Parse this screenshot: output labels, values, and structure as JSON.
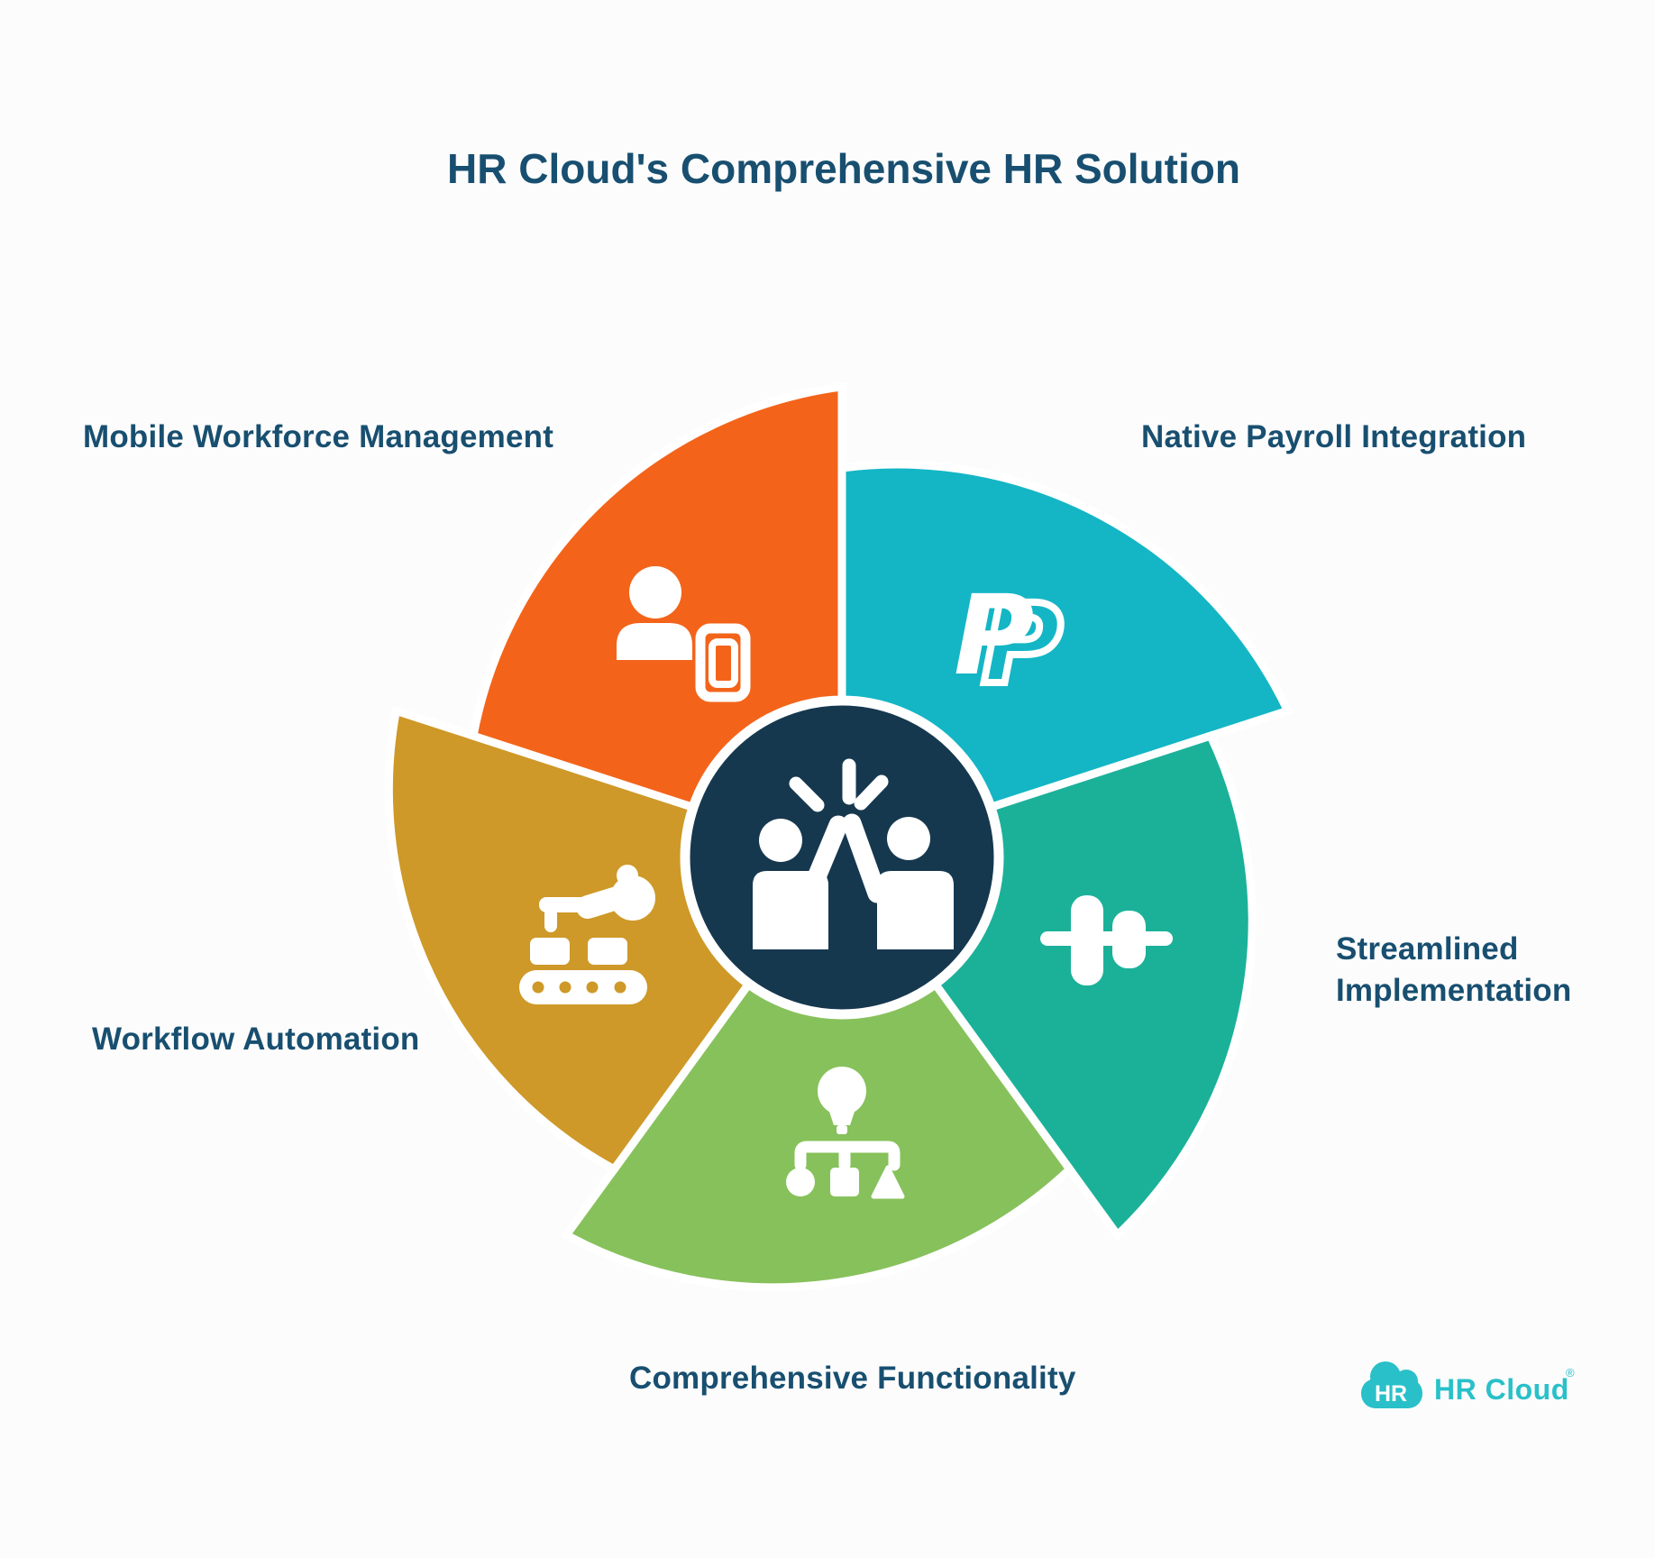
{
  "title": "HR Cloud's Comprehensive HR Solution",
  "colors": {
    "background": "#FCFCFC",
    "heading_text": "#184F70",
    "center_circle": "#16384F",
    "logo_teal": "#29C0C9",
    "icon_white": "#FFFFFF"
  },
  "diagram": {
    "center_icon": "high-five-icon",
    "segments": [
      {
        "id": "mobile-workforce-management",
        "label": "Mobile Workforce Management",
        "color": "#F3641A",
        "icon": "person-with-phone-icon",
        "position": "top-left"
      },
      {
        "id": "native-payroll-integration",
        "label": "Native Payroll Integration",
        "color": "#14B6C5",
        "icon": "paypal-icon",
        "position": "top-right"
      },
      {
        "id": "streamlined-implementation",
        "label": "Streamlined Implementation",
        "color": "#1BB199",
        "icon": "connector-plug-icon",
        "position": "right"
      },
      {
        "id": "comprehensive-functionality",
        "label": "Comprehensive Functionality",
        "color": "#87C15B",
        "icon": "idea-hierarchy-icon",
        "position": "bottom"
      },
      {
        "id": "workflow-automation",
        "label": "Workflow Automation",
        "color": "#CE9928",
        "icon": "robot-conveyor-icon",
        "position": "left"
      }
    ]
  },
  "logo": {
    "cloud_text": "HR",
    "brand_text": "HR Cloud",
    "registered_mark": "®"
  }
}
